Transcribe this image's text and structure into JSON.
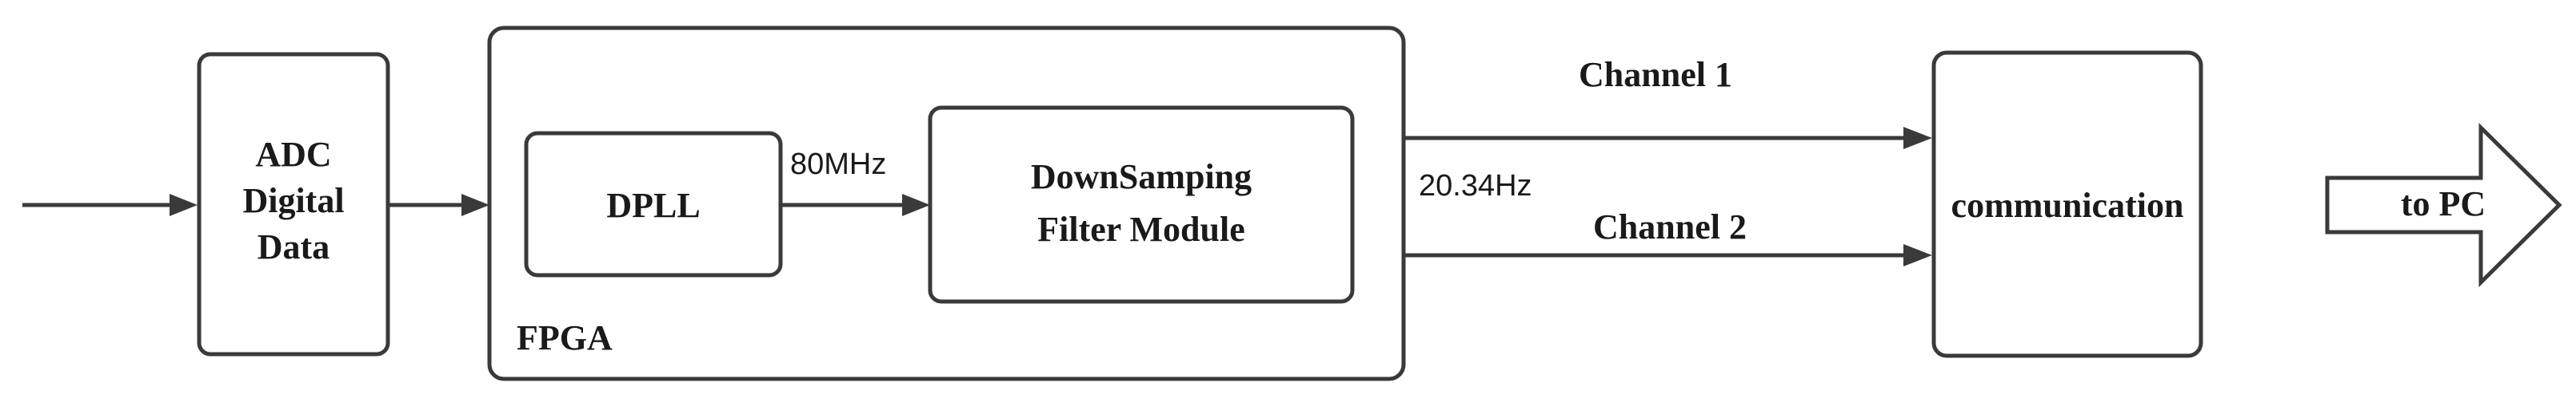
{
  "diagram": {
    "adc": {
      "line1": "ADC",
      "line2": "Digital",
      "line3": "Data"
    },
    "fpga": {
      "label": "FPGA"
    },
    "dpll": {
      "label": "DPLL"
    },
    "freq_80": "80MHz",
    "filter": {
      "line1": "DownSamping",
      "line2": "Filter Module"
    },
    "freq_out": "20.34Hz",
    "channel1": "Channel 1",
    "channel2": "Channel 2",
    "communication": "communication",
    "to_pc": "to PC"
  }
}
